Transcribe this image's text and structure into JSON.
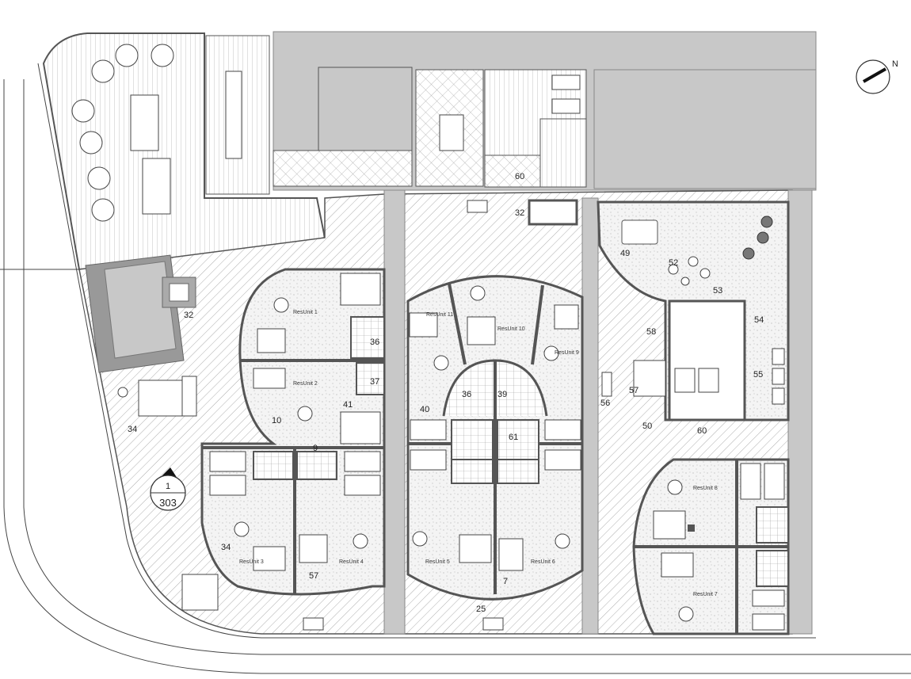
{
  "plan": {
    "compass_label": "N",
    "section_marker": {
      "number": "1",
      "sheet": "303"
    },
    "units": [
      "ResUnit 1",
      "ResUnit 2",
      "ResUnit 3",
      "ResUnit 4",
      "ResUnit 5",
      "ResUnit 6",
      "ResUnit 7",
      "ResUnit 8",
      "ResUnit 9",
      "ResUnit 10",
      "ResUnit 11"
    ],
    "room_numbers": [
      "36",
      "37",
      "41",
      "10",
      "9",
      "36",
      "39",
      "40",
      "61",
      "34",
      "57",
      "7",
      "25",
      "49",
      "52",
      "53",
      "54",
      "55",
      "58",
      "57",
      "56",
      "50",
      "60",
      "32",
      "34",
      "60",
      "32"
    ],
    "colors": {
      "building_fill": "#c8c8c8",
      "wall": "#555555",
      "floor_speckle": "#f4f4f4"
    }
  }
}
